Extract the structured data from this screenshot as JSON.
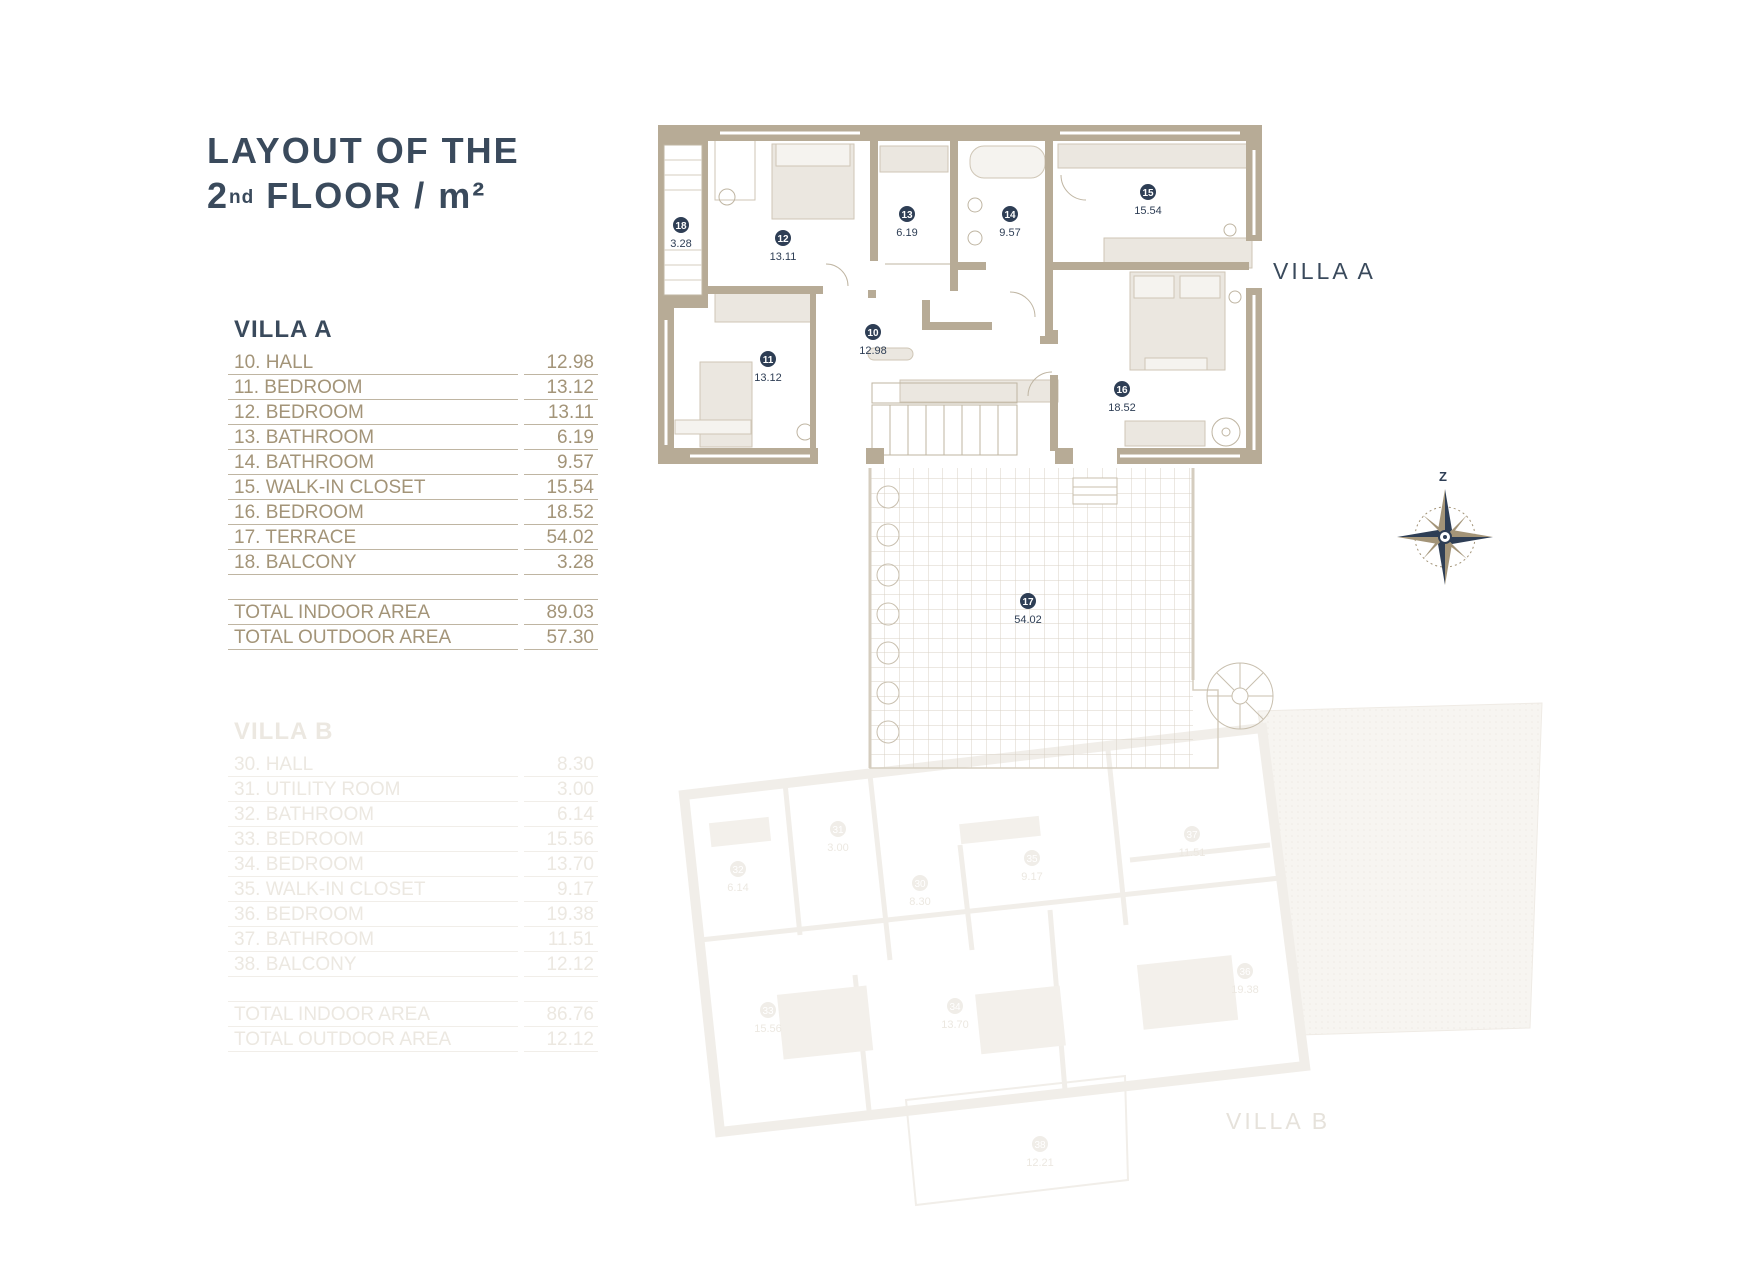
{
  "title": {
    "line1": "LAYOUT OF THE",
    "line2_pre": "2",
    "line2_sup": "nd",
    "line2_post": " FLOOR / m²"
  },
  "villa_a": {
    "heading": "VILLA A",
    "rooms": [
      {
        "name": "10. HALL",
        "area": "12.98"
      },
      {
        "name": "11. BEDROOM",
        "area": "13.12"
      },
      {
        "name": "12. BEDROOM",
        "area": "13.11"
      },
      {
        "name": "13. BATHROOM",
        "area": "6.19"
      },
      {
        "name": "14. BATHROOM",
        "area": "9.57"
      },
      {
        "name": "15. WALK-IN CLOSET",
        "area": "15.54"
      },
      {
        "name": "16. BEDROOM",
        "area": "18.52"
      },
      {
        "name": "17. TERRACE",
        "area": "54.02"
      },
      {
        "name": "18. BALCONY",
        "area": "3.28"
      }
    ],
    "totals": [
      {
        "name": "TOTAL INDOOR AREA",
        "area": "89.03"
      },
      {
        "name": "TOTAL OUTDOOR AREA",
        "area": "57.30"
      }
    ]
  },
  "villa_b": {
    "heading": "VILLA B",
    "rooms": [
      {
        "name": "30.  HALL",
        "area": "8.30"
      },
      {
        "name": "31.  UTILITY ROOM",
        "area": "3.00"
      },
      {
        "name": "32.  BATHROOM",
        "area": "6.14"
      },
      {
        "name": "33.  BEDROOM",
        "area": "15.56"
      },
      {
        "name": "34.  BEDROOM",
        "area": "13.70"
      },
      {
        "name": "35.  WALK-IN CLOSET",
        "area": "9.17"
      },
      {
        "name": "36.  BEDROOM",
        "area": "19.38"
      },
      {
        "name": "37.  BATHROOM",
        "area": "11.51"
      },
      {
        "name": "38.  BALCONY",
        "area": "12.12"
      }
    ],
    "totals": [
      {
        "name": "TOTAL INDOOR AREA",
        "area": "86.76"
      },
      {
        "name": "TOTAL OUTDOOR AREA",
        "area": "12.12"
      }
    ]
  },
  "plan_labels": {
    "villa_a": "VILLA A",
    "villa_b": "VILLA B",
    "compass_letter": "Z"
  },
  "markers_a": [
    {
      "num": "18",
      "area": "3.28"
    },
    {
      "num": "12",
      "area": "13.11"
    },
    {
      "num": "13",
      "area": "6.19"
    },
    {
      "num": "14",
      "area": "9.57"
    },
    {
      "num": "15",
      "area": "15.54"
    },
    {
      "num": "10",
      "area": "12.98"
    },
    {
      "num": "11",
      "area": "13.12"
    },
    {
      "num": "16",
      "area": "18.52"
    },
    {
      "num": "17",
      "area": "54.02"
    }
  ],
  "markers_b": [
    {
      "num": "31",
      "area": "3.00"
    },
    {
      "num": "32",
      "area": "6.14"
    },
    {
      "num": "30",
      "area": "8.30"
    },
    {
      "num": "35",
      "area": "9.17"
    },
    {
      "num": "37",
      "area": "11.51"
    },
    {
      "num": "33",
      "area": "15.56"
    },
    {
      "num": "34",
      "area": "13.70"
    },
    {
      "num": "36",
      "area": "19.38"
    },
    {
      "num": "38",
      "area": "12.21"
    }
  ],
  "colors": {
    "wall": "#a79b84",
    "wall_fill": "#b7ab96",
    "navy": "#2e3e55",
    "label_tan": "#a39478",
    "faded": "#f0ede8",
    "terrace_line": "#d9d2c6",
    "furniture": "#e9e5de"
  }
}
